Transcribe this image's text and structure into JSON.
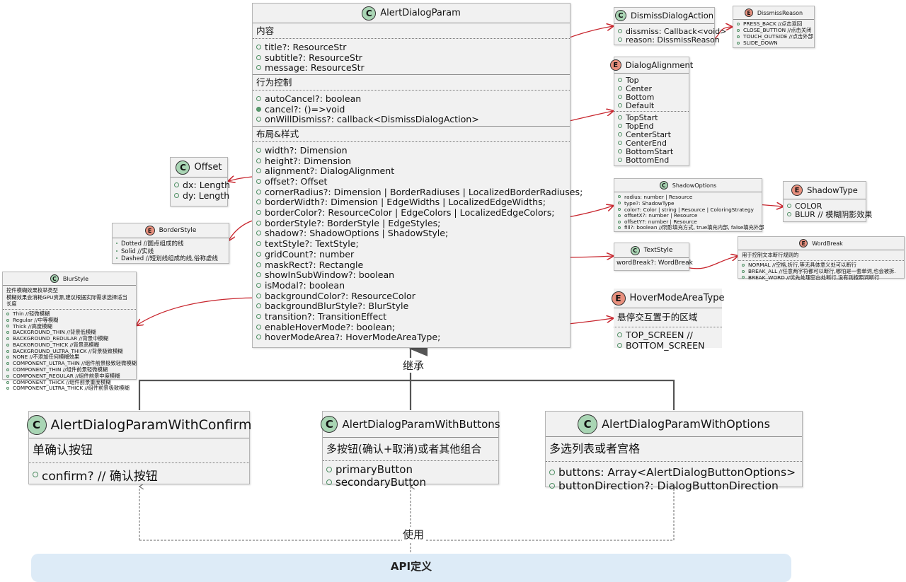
{
  "alertDialogParam": {
    "name": "AlertDialogParam",
    "kind": "C",
    "sections": [
      {
        "title": "内容",
        "fields": [
          {
            "text": "title?: ResourceStr"
          },
          {
            "text": "subtitle?: ResourceStr"
          },
          {
            "text": "message: ResourceStr"
          }
        ]
      },
      {
        "title": "行为控制",
        "fields": [
          {
            "text": "autoCancel?: boolean"
          },
          {
            "text": "cancel?: ()=>void",
            "filled": true
          },
          {
            "text": "onWillDismiss?: callback<DismissDialogAction>"
          }
        ]
      },
      {
        "title": "布局&样式",
        "fields": [
          {
            "text": "width?: Dimension"
          },
          {
            "text": "height?: Dimension"
          },
          {
            "text": "alignment?: DialogAlignment"
          },
          {
            "text": "offset?: Offset"
          },
          {
            "text": "cornerRadius?: Dimension | BorderRadiuses | LocalizedBorderRadiuses;"
          },
          {
            "text": "borderWidth?: Dimension | EdgeWidths | LocalizedEdgeWidths;"
          },
          {
            "text": "borderColor?: ResourceColor | EdgeColors | LocalizedEdgeColors;"
          },
          {
            "text": "borderStyle?: BorderStyle | EdgeStyles;"
          },
          {
            "text": "shadow?: ShadowOptions | ShadowStyle;"
          },
          {
            "text": "textStyle?: TextStyle;"
          },
          {
            "text": "gridCount?: number"
          },
          {
            "text": "maskRect?: Rectangle"
          },
          {
            "text": "showInSubWindow?: boolean"
          },
          {
            "text": "isModal?: boolean"
          },
          {
            "text": "backgroundColor?: ResourceColor"
          },
          {
            "text": "backgroundBlurStyle?: BlurStyle"
          },
          {
            "text": "transition?: TransitionEffect"
          },
          {
            "text": "enableHoverMode?: boolean;"
          },
          {
            "text": "hoverModeArea?: HoverModeAreaType;"
          }
        ]
      }
    ]
  },
  "dismissDialogAction": {
    "name": "DismissDialogAction",
    "kind": "C",
    "fields": [
      "dissmiss: Callback<void>",
      "reason: DissmissReason"
    ]
  },
  "dismissReason": {
    "name": "DissmissReason",
    "kind": "E",
    "fields": [
      "PRESS_BACK //点击返回",
      "CLOSE_BUTTION //点击关闭",
      "TOUCH_OUTSIDE //点击外部",
      "SLIDE_DOWN"
    ]
  },
  "dialogAlignment": {
    "name": "DialogAlignment",
    "kind": "E",
    "group1": [
      "Top",
      "Center",
      "Bottom",
      "Default"
    ],
    "group2": [
      "TopStart",
      "TopEnd",
      "CenterStart",
      "CenterEnd",
      "BottomStart",
      "BottomEnd"
    ]
  },
  "offset": {
    "name": "Offset",
    "kind": "C",
    "fields": [
      "dx: Length",
      "dy: Length"
    ]
  },
  "borderStyle": {
    "name": "BorderStyle",
    "kind": "E",
    "fields": [
      "Dotted //圆点组成的线",
      "Solid //实线",
      "Dashed //短划线组成的线,俗称虚线"
    ]
  },
  "blurStyle": {
    "name": "BlurStyle",
    "kind": "C",
    "note1": "控件模糊效果枚举类型",
    "note2": "模糊效果会消耗GPU资源,建议根据实际需求选择适当长度",
    "fields": [
      "Thin //轻微模糊",
      "Regular //中等模糊",
      "Thick //高度模糊",
      "BACKGROUND_THIN //背景低模糊",
      "BACKGROUND_REDULAR //背景中模糊",
      "BACKGROUND_THICK //背景高模糊",
      "BACKGROUND_ULTRA_THICK //背景极致模糊",
      "NONE //不添加任何模糊效果",
      "COMPONENT_ULTRA_THIN //组件前景极致轻微模糊",
      "COMPONENT_THIN //组件前景轻微模糊",
      "COMPONENT_REGULAR //组件前景中度模糊",
      "COMPONENT_THICK //组件前景重度模糊",
      "COMPONENT_ULTRA_THICK //组件前景极致模糊"
    ]
  },
  "shadowOptions": {
    "name": "ShadowOptions",
    "kind": "C",
    "fields": [
      "radius: number | Resource",
      "type?: ShadowType",
      "color?: Color | string | Resource | ColoringStrategy",
      "offsetX?: number | Resource",
      "offsetY?: number | Resource",
      "fill?: boolean //阴影填充方式, true填充内部, false填充外部"
    ]
  },
  "shadowType": {
    "name": "ShadowType",
    "kind": "E",
    "fields": [
      "COLOR",
      "BLUR // 模糊阴影效果"
    ]
  },
  "textStyle": {
    "name": "TextStyle",
    "kind": "C",
    "field": "wordBreak?: WordBreak"
  },
  "wordBreak": {
    "name": "WordBreak",
    "kind": "E",
    "note": "用于控制文本断行规则的",
    "fields": [
      "NORMAL //空格,折行,等无具体意义处可以断行",
      "BREAK_ALL //任意两字符都可以断行,哪怕是一套单词,也会被拆.",
      "BREAK_WORD //优先处理空白处断行,没有则按照词断行"
    ]
  },
  "hoverModeAreaType": {
    "name": "HoverModeAreaType",
    "kind": "E",
    "note": "悬停交互置于的区域",
    "fields": [
      "TOP_SCREEN //",
      "BOTTOM_SCREEN"
    ]
  },
  "withConfirm": {
    "name": "AlertDialogParamWithConfirm",
    "kind": "C",
    "note": "单确认按钮",
    "fields": [
      "confirm? // 确认按钮"
    ]
  },
  "withButtons": {
    "name": "AlertDialogParamWithButtons",
    "kind": "C",
    "note": "多按钮(确认+取消)或者其他组合",
    "fields": [
      "primaryButton",
      "secondaryButton"
    ]
  },
  "withOptions": {
    "name": "AlertDialogParamWithOptions",
    "kind": "C",
    "note": "多选列表或者宫格",
    "fields": [
      "buttons: Array<AlertDialogButtonOptions>",
      "buttonDirection?: DialogButtonDirection"
    ]
  },
  "labels": {
    "inherit": "继承",
    "use": "使用",
    "api": "API定义"
  },
  "colors": {
    "relation_line": "#c8262e",
    "class_badge": "#a9d5b4",
    "enum_badge": "#e8907e",
    "box_bg": "#f1f1f1",
    "api_bar": "#ddebf7"
  }
}
